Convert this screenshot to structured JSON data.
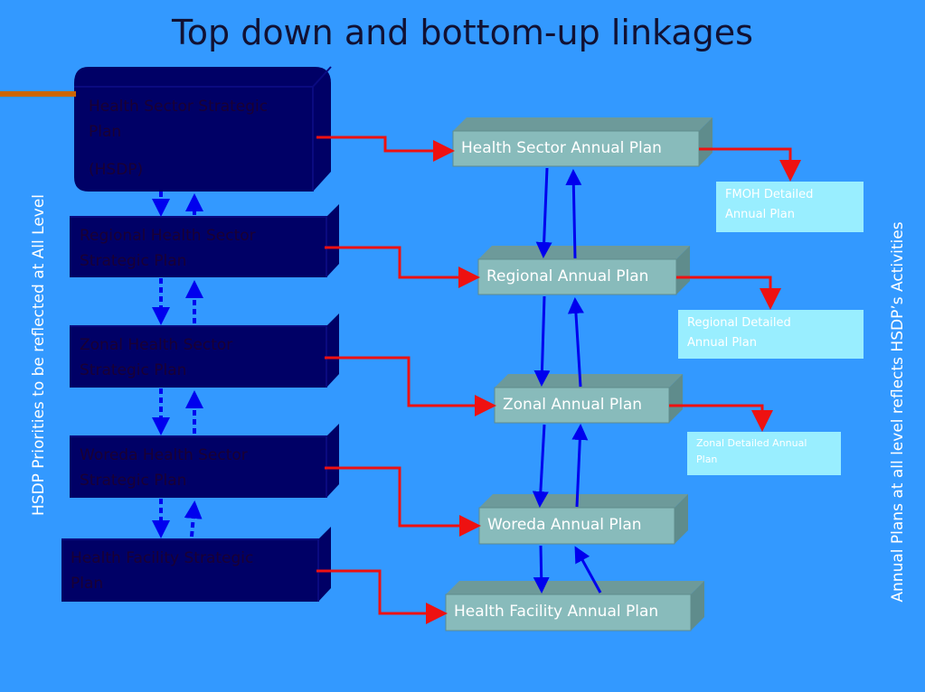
{
  "title": "Top down and bottom-up linkages",
  "left_vertical_label": "HSDP Priorities to be reflected at All Level",
  "right_vertical_label": "Annual Plans at all level reflects HSDP’s Activities",
  "strategic_plans": [
    {
      "line1": "Health Sector Strategic",
      "line2": "Plan",
      "line3": "(HSDP)"
    },
    {
      "line1": "Regional Health Sector",
      "line2": "Strategic Plan"
    },
    {
      "line1": "Zonal Health Sector",
      "line2": "Strategic Plan"
    },
    {
      "line1": "Woreda Health Sector",
      "line2": "Strategic Plan"
    },
    {
      "line1": "Health Facility Strategic",
      "line2": "Plan"
    }
  ],
  "annual_plans": [
    "Health Sector Annual Plan",
    "Regional Annual Plan",
    "Zonal Annual Plan",
    "Woreda Annual Plan",
    "Health Facility Annual Plan"
  ],
  "detailed_plans": [
    {
      "line1": "FMOH Detailed",
      "line2": "Annual Plan"
    },
    {
      "line1": "Regional Detailed",
      "line2": "Annual Plan"
    },
    {
      "line1": "Zonal Detailed Annual",
      "line2": "Plan"
    }
  ],
  "colors": {
    "background": "#3399ff",
    "strategic_box": "#000066",
    "annual_box": "#88bbbb",
    "detail_box": "#99eeff",
    "link_arrow": "#ee1111",
    "flow_arrow": "#0000ee",
    "accent": "#cc6600"
  }
}
